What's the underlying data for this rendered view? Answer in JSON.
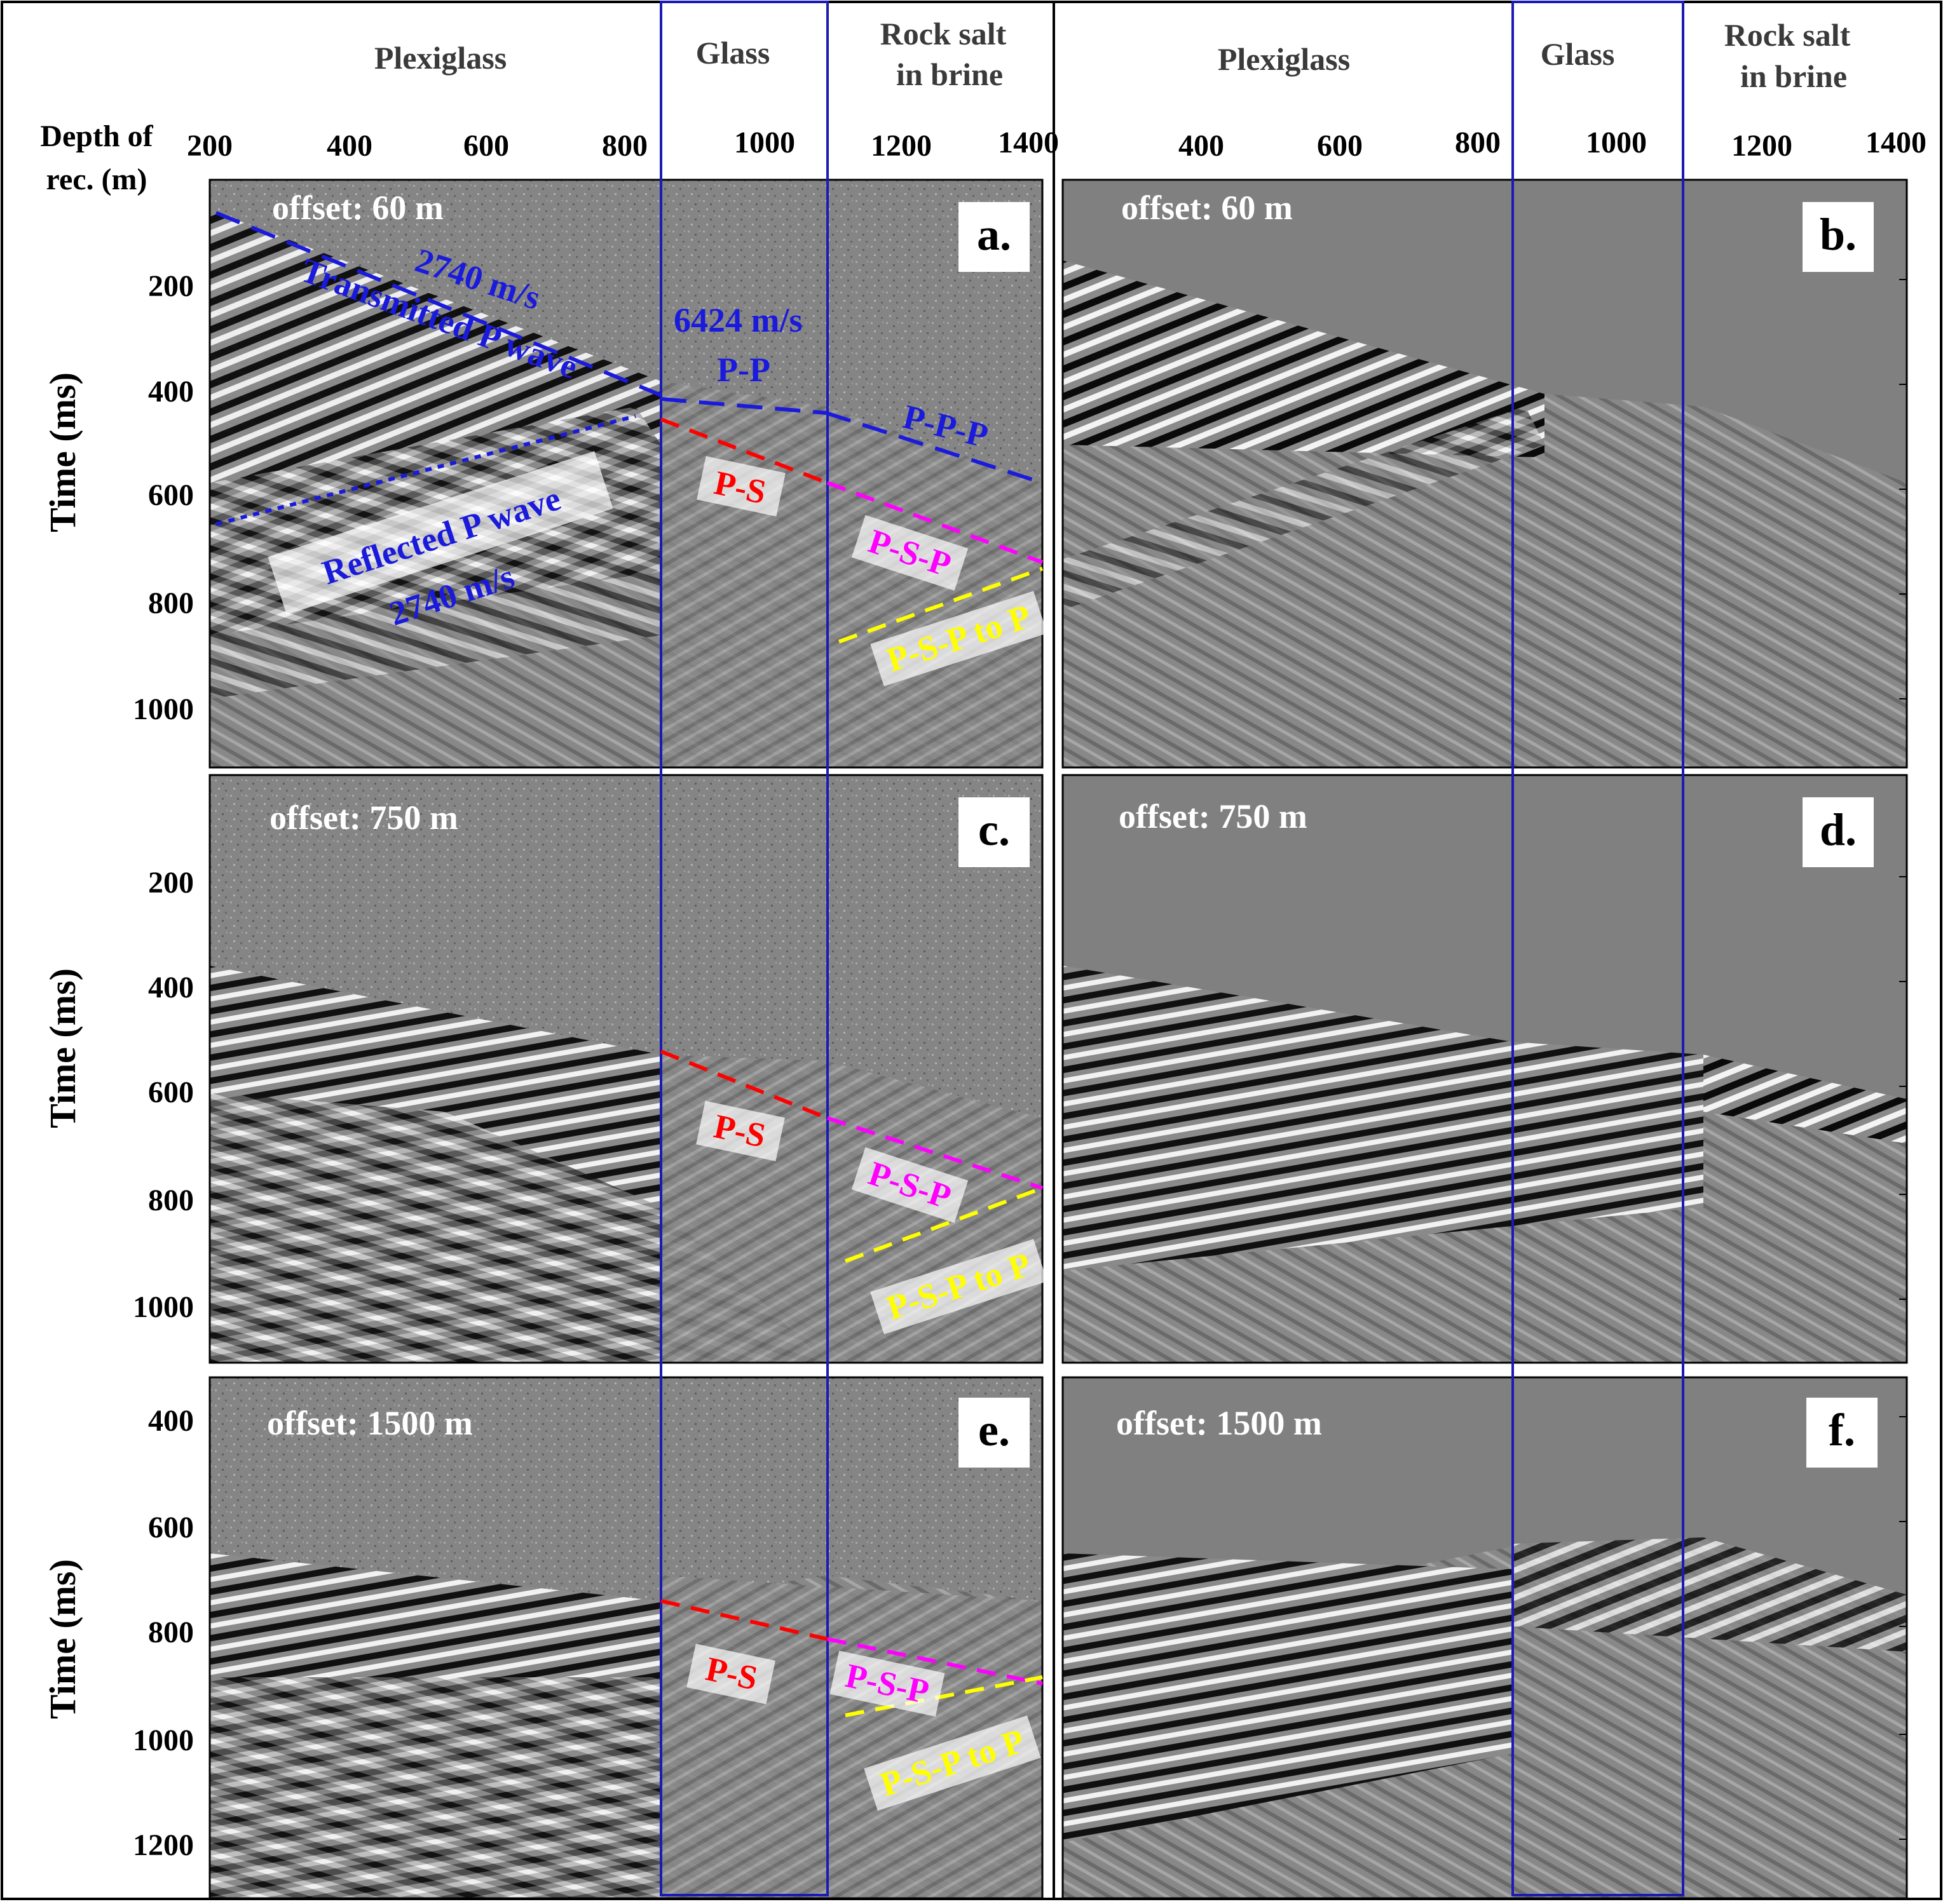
{
  "header": {
    "plexiglass": "Plexiglass",
    "glass": "Glass",
    "rock_salt_line1": "Rock salt",
    "rock_salt_line2": "in brine",
    "depth_line1": "Depth of",
    "depth_line2": "rec. (m)"
  },
  "depth_ticks_left": [
    "200",
    "400",
    "600",
    "800",
    "1000",
    "1200",
    "1400"
  ],
  "depth_ticks_right": [
    "400",
    "600",
    "800",
    "1000",
    "1200",
    "1400"
  ],
  "y_axis_title": "Time (ms)",
  "panels": [
    {
      "id": "a",
      "label": "a.",
      "offset": "offset: 60 m",
      "time_ticks": [
        "200",
        "400",
        "600",
        "800",
        "1000"
      ]
    },
    {
      "id": "b",
      "label": "b.",
      "offset": "offset: 60 m"
    },
    {
      "id": "c",
      "label": "c.",
      "offset": "offset: 750 m",
      "time_ticks": [
        "200",
        "400",
        "600",
        "800",
        "1000"
      ]
    },
    {
      "id": "d",
      "label": "d.",
      "offset": "offset: 750 m"
    },
    {
      "id": "e",
      "label": "e.",
      "offset": "offset: 1500 m",
      "time_ticks": [
        "400",
        "600",
        "800",
        "1000",
        "1200"
      ]
    },
    {
      "id": "f",
      "label": "f.",
      "offset": "offset: 1500 m"
    }
  ],
  "annotations": {
    "v_2740": "2740 m/s",
    "transmitted": "Transmitted P wave",
    "v_6424": "6424 m/s",
    "pp": "P-P",
    "ppp": "P-P-P",
    "ps": "P-S",
    "psp": "P-S-P",
    "reflected": "Reflected P wave",
    "v_2740_b": "2740 m/s",
    "psp_to_p": "P-S-P to P"
  },
  "colors": {
    "transmitted": "#1a1adc",
    "ps": "#ff0000",
    "psp": "#ff00ff",
    "psp_to_p": "#ffff00",
    "boundary": "#1a1ab4",
    "background": "#808080"
  }
}
